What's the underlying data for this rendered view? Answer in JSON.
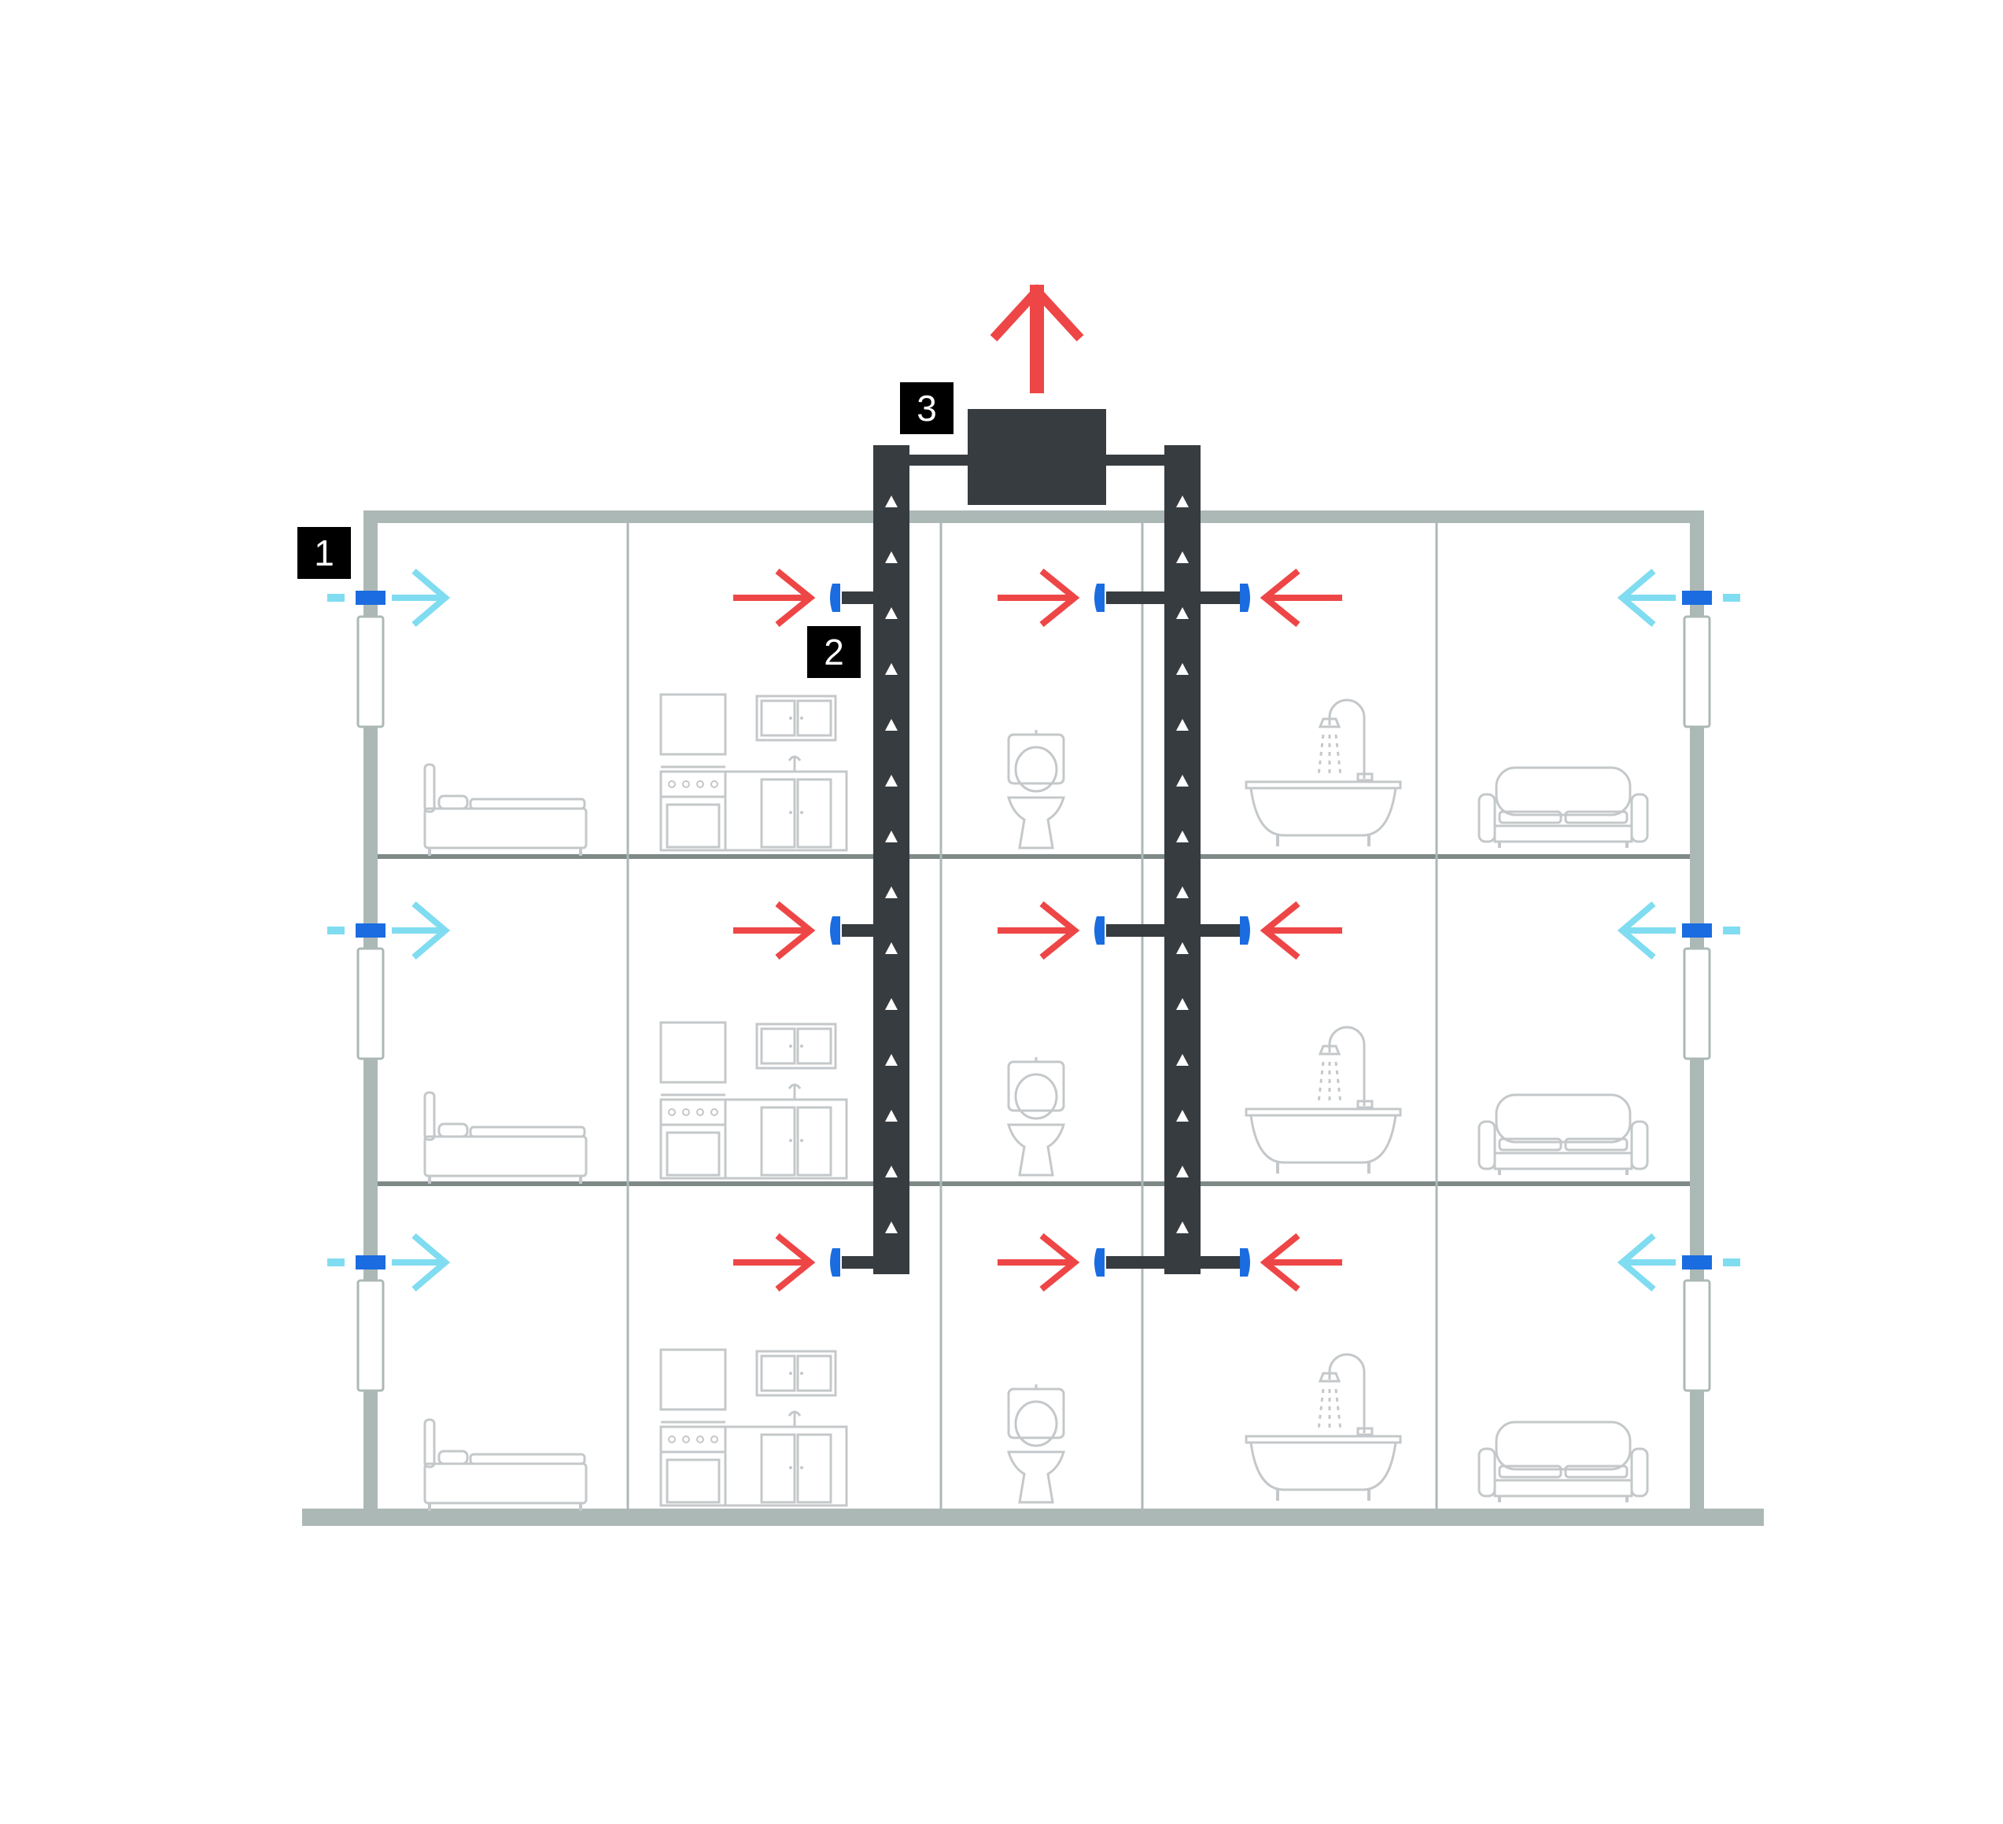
{
  "callouts": [
    {
      "id": "inlet-vents",
      "label": "1"
    },
    {
      "id": "extract-vents",
      "label": "2"
    },
    {
      "id": "exhaust-unit",
      "label": "3"
    }
  ],
  "building": {
    "floors": 3,
    "rooms_per_floor": [
      "bedroom",
      "kitchen",
      "toilet",
      "bathroom",
      "living-room"
    ]
  },
  "colors": {
    "wall": "#acb8b6",
    "floor_line": "#7f8987",
    "duct": "#363c40",
    "extract_arrow": "#ee4646",
    "supply_arrow": "#80dcf0",
    "vent_blue": "#1a6ce0",
    "furniture": "#c4c8ca",
    "callout_bg": "#000000"
  },
  "icons": {
    "bedroom": "bed-icon",
    "kitchen": "kitchen-icon",
    "toilet": "toilet-icon",
    "bathroom": "bathtub-icon",
    "living-room": "sofa-icon",
    "extract": "arrow-right-icon",
    "supply": "arrow-left-icon",
    "exhaust": "arrow-up-icon",
    "flow": "triangle-up-icon"
  }
}
